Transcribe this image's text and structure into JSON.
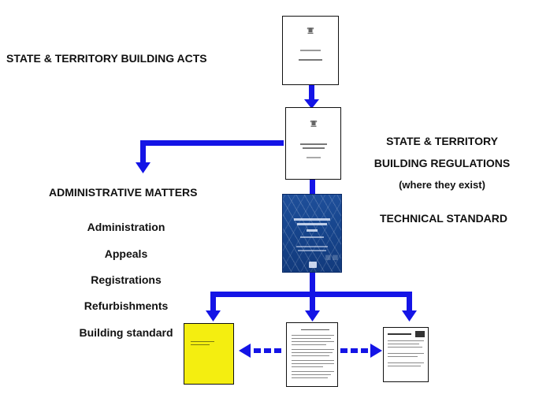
{
  "labels": {
    "building_acts": "STATE & TERRITORY BUILDING ACTS",
    "building_regulations_line1": "STATE & TERRITORY",
    "building_regulations_line2": "BUILDING REGULATIONS",
    "building_regulations_line3": "(where they exist)",
    "technical_standard": "TECHNICAL STANDARD",
    "administrative_matters": "ADMINISTRATIVE MATTERS"
  },
  "admin_items": [
    "Administration",
    "Appeals",
    "Registrations",
    "Refurbishments",
    "Building standard"
  ],
  "colors": {
    "arrow_blue": "#1414e6",
    "ncc_blue": "#17468e",
    "yellow_doc": "#f4ee10",
    "text": "#111111"
  }
}
